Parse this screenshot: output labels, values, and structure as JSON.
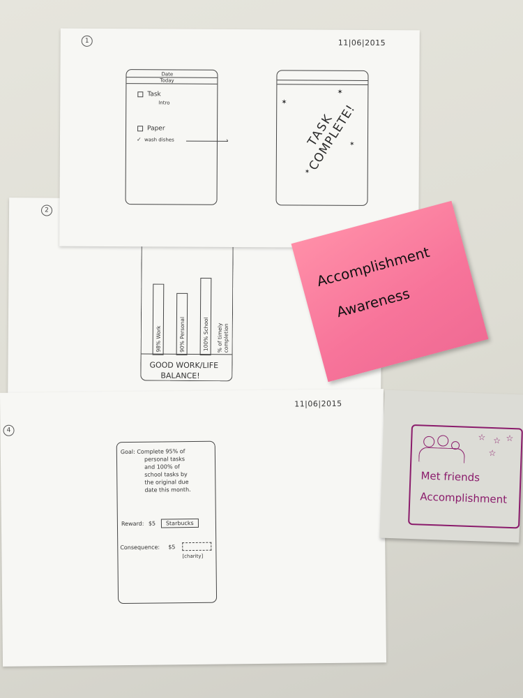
{
  "sheet1": {
    "number": "1",
    "date": "11|06|2015",
    "left_phone": {
      "header_top": "Date",
      "header_sub": "Today",
      "items": [
        "Task",
        "Intro",
        "Paper",
        "wash dishes"
      ]
    },
    "right_phone": {
      "stamp_line1": "TASK",
      "stamp_line2": "COMPLETE!"
    }
  },
  "sheet2": {
    "number": "2",
    "bars": [
      {
        "label": "98% Work",
        "value": 98
      },
      {
        "label": "90% Personal",
        "value": 90
      },
      {
        "label": "100% School",
        "value": 100
      }
    ],
    "axis_label_1": "% of timely",
    "axis_label_2": "completion",
    "message_line1": "GOOD WORK/LIFE",
    "message_line2": "BALANCE!"
  },
  "sheet4": {
    "number": "4",
    "date": "11|06|2015",
    "goal_text": [
      "Goal: Complete 95% of",
      "personal tasks",
      "and 100% of",
      "school tasks by",
      "the original due",
      "date this month."
    ],
    "reward_label": "Reward:",
    "reward_amount": "$5",
    "reward_item": "Starbucks",
    "consequence_label": "Consequence:",
    "consequence_amount": "$5",
    "consequence_item": "[charity]"
  },
  "sticky_pink": {
    "line1": "Accomplishment",
    "line2": "Awareness",
    "color": "#f7749a"
  },
  "sticky_gray": {
    "line1": "Met friends",
    "line2": "Accomplishment",
    "ink_color": "#8a1b6b"
  }
}
